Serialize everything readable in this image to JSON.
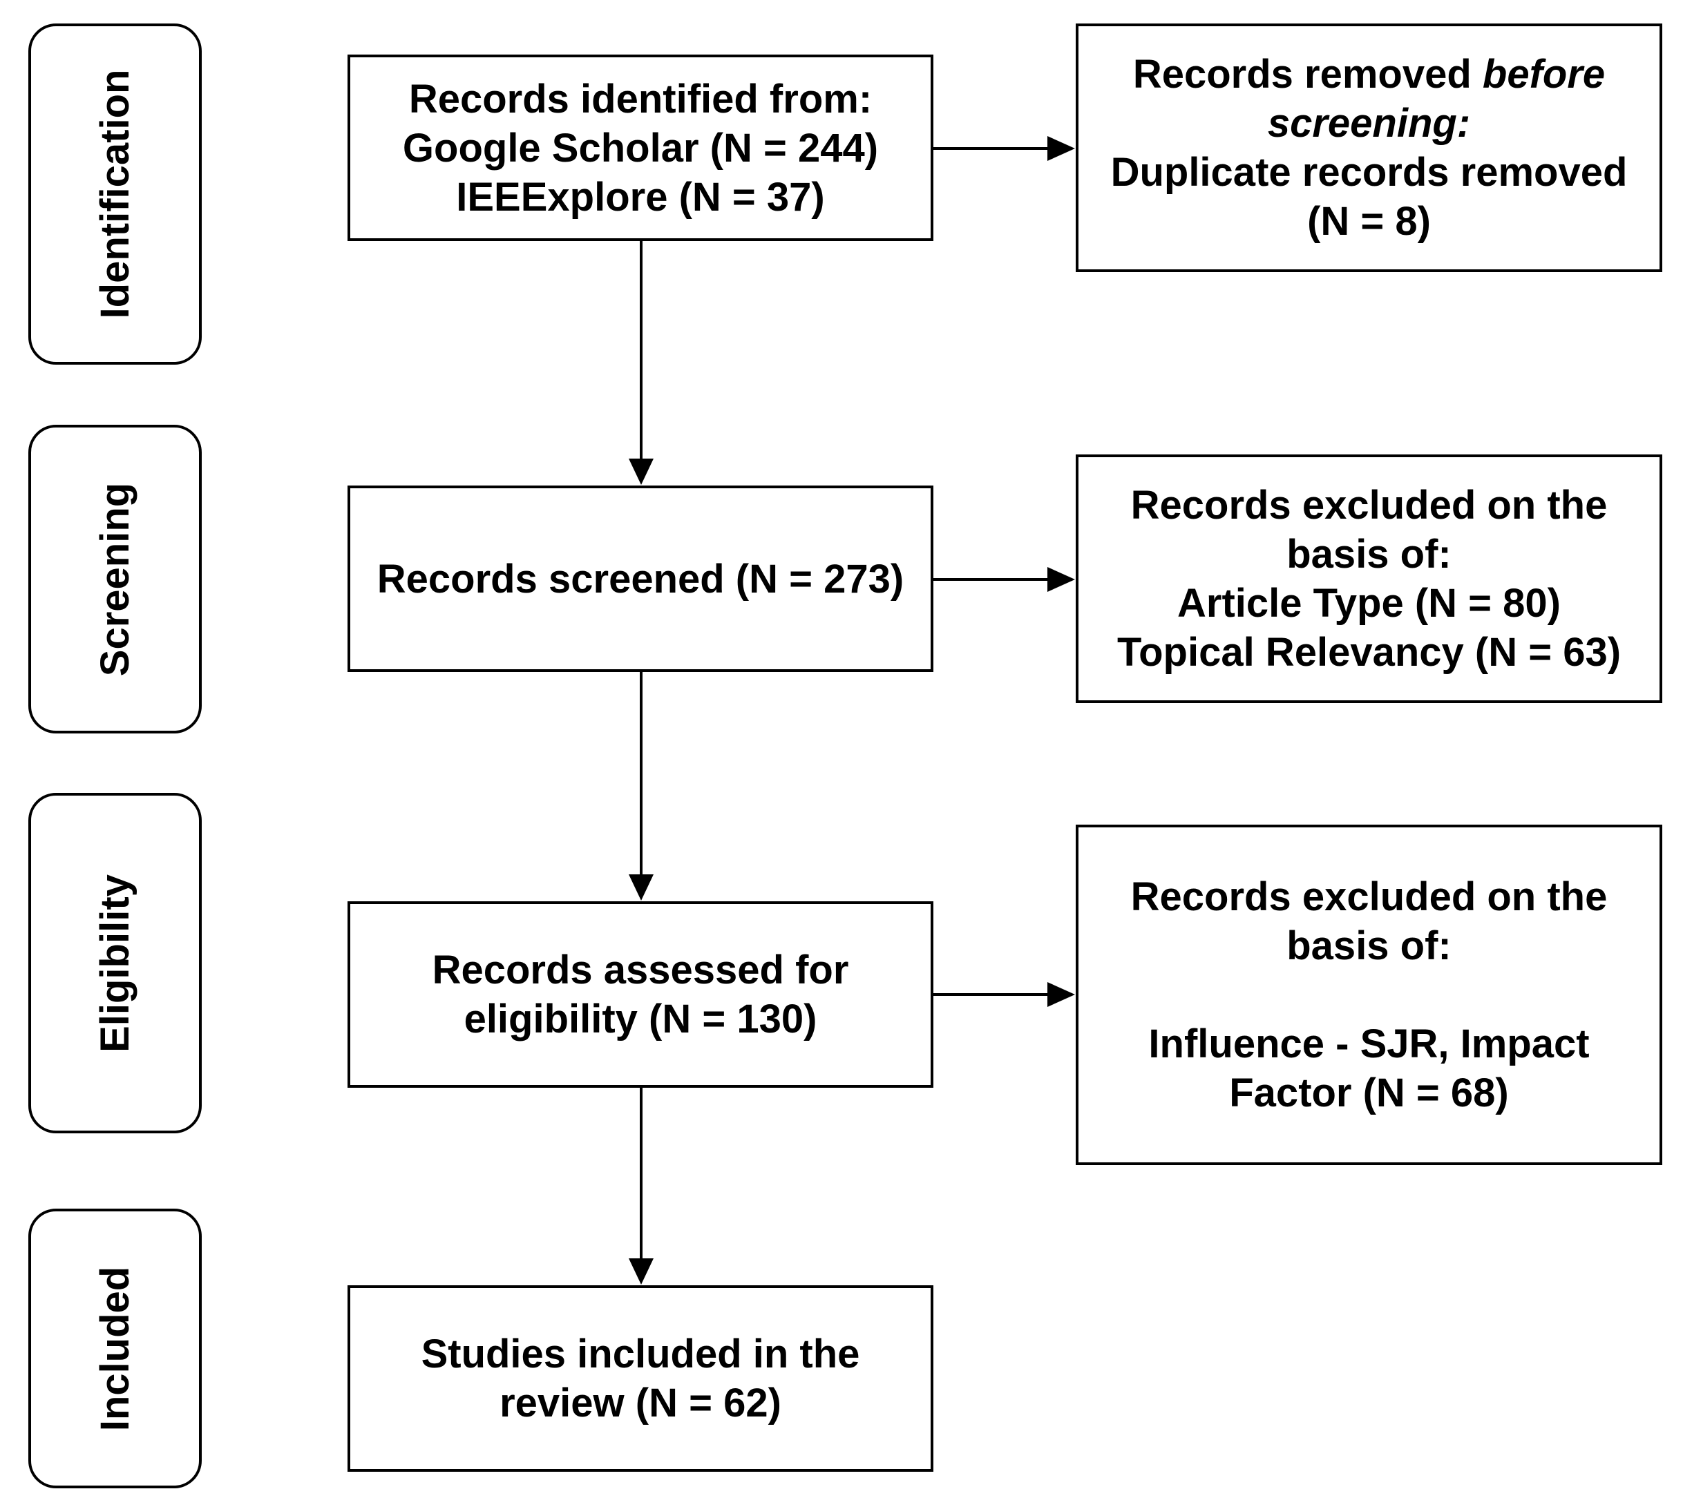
{
  "stages": {
    "identification": "Identification",
    "screening": "Screening",
    "eligibility": "Eligibility",
    "included": "Included"
  },
  "identified_box": {
    "line1": "Records identified from:",
    "line2": "Google Scholar (N = 244)",
    "line3": "IEEExplore (N = 37)"
  },
  "removed_box": {
    "line1_prefix": "Records removed ",
    "line1_italic": "before",
    "line2_italic": "screening:",
    "line3": "Duplicate records removed",
    "line4": "(N = 8)"
  },
  "screened_box": {
    "line1": "Records screened (N = 273)"
  },
  "excluded_screening_box": {
    "line1": "Records excluded on the",
    "line2": "basis of:",
    "line3": "Article Type (N = 80)",
    "line4": "Topical Relevancy (N = 63)"
  },
  "assessed_box": {
    "line1": "Records assessed for",
    "line2": "eligibility (N = 130)"
  },
  "excluded_eligibility_box": {
    "line1": "Records excluded on the",
    "line2": "basis of:",
    "line3": "Influence - SJR, Impact",
    "line4": "Factor (N = 68)"
  },
  "included_box": {
    "line1": "Studies included in the",
    "line2": "review (N = 62)"
  }
}
